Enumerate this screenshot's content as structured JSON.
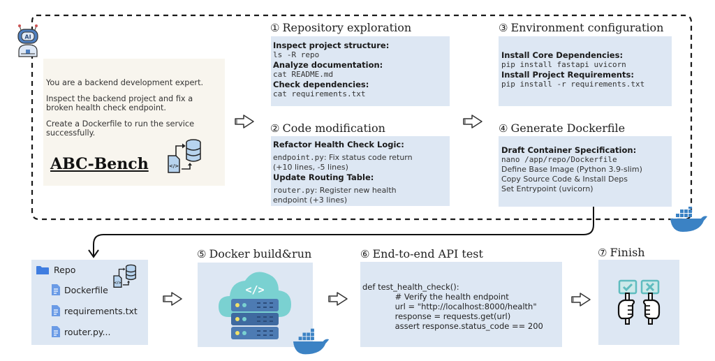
{
  "task": {
    "lines": [
      "You are a backend development expert.",
      "Inspect the backend project and fix a broken health check endpoint.",
      "Create a Dockerfile to run the service successfully."
    ],
    "bench_name": "ABC-Bench",
    "agent_icon_label": "AI"
  },
  "steps": [
    {
      "number": "①",
      "title": "Repository exploration",
      "items": [
        {
          "heading": "Inspect project structure:",
          "commands": [
            "ls -R repo"
          ]
        },
        {
          "heading": "Analyze documentation:",
          "commands": [
            "cat README.md"
          ]
        },
        {
          "heading": "Check dependencies:",
          "commands": [
            "cat requirements.txt"
          ]
        }
      ]
    },
    {
      "number": "②",
      "title": "Code modification",
      "items": [
        {
          "heading": "Refactor Health Check Logic:",
          "file": "endpoint.py",
          "text": ": Fix status code return",
          "text2": "(+10 lines, -5 lines)"
        },
        {
          "heading": "Update Routing Table:",
          "file": "router.py",
          "text": ": Register new health",
          "text2": "endpoint (+3 lines)"
        }
      ]
    },
    {
      "number": "③",
      "title": "Environment configuration",
      "items": [
        {
          "heading": "Install Core Dependencies:",
          "commands": [
            "pip install fastapi uvicorn"
          ]
        },
        {
          "heading": "Install Project Requirements:",
          "commands": [
            "pip install -r requirements.txt"
          ]
        }
      ]
    },
    {
      "number": "④",
      "title": "Generate Dockerfile",
      "heading": "Draft Container Specification:",
      "command": "nano /app/repo/Dockerfile",
      "lines": [
        "Define Base Image (Python 3.9-slim)",
        "Copy Source Code & Install Deps",
        "Set Entrypoint (uvicorn)"
      ]
    },
    {
      "number": "⑤",
      "title": "Docker build&run",
      "icon_label": "</>"
    },
    {
      "number": "⑥",
      "title": "End-to-end API test",
      "code": [
        "def test_health_check():",
        "    # Verify the health endpoint",
        "    url = \"http://localhost:8000/health\"",
        "    response = requests.get(url)",
        "    assert response.status_code == 200"
      ]
    },
    {
      "number": "⑦",
      "title": "Finish"
    }
  ],
  "repo": {
    "folder": "Repo",
    "files": [
      "Dockerfile",
      "requirements.txt",
      "router.py..."
    ]
  },
  "colors": {
    "panel_bg": "#dde7f3",
    "task_bg": "#f8f5ee",
    "docker_blue": "#3b82c4",
    "teal": "#6fcfcf",
    "folder_blue": "#3f7de0"
  }
}
